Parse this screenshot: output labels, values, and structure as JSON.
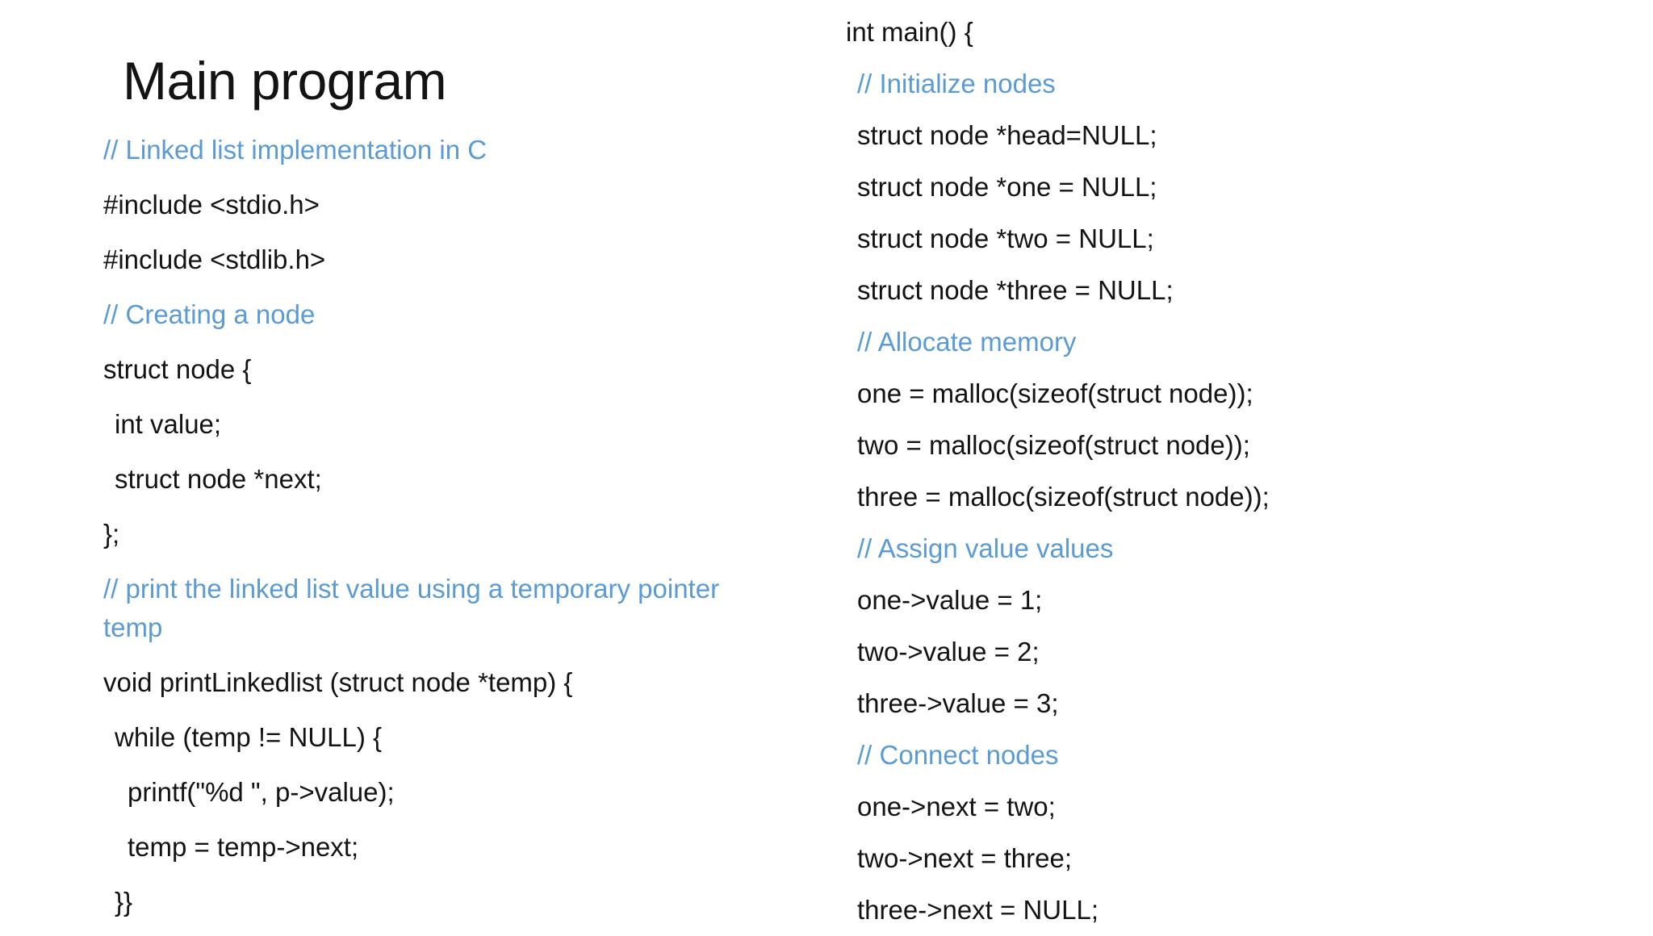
{
  "slide": {
    "title": "Main program",
    "background_color": "#ffffff",
    "code_color": "#131313",
    "comment_color": "#5B9BD5"
  },
  "left_column": {
    "lines": [
      {
        "text": "// Linked list implementation in C",
        "kind": "comment",
        "indent": 0
      },
      {
        "text": "#include <stdio.h>",
        "kind": "code",
        "indent": 0
      },
      {
        "text": "#include <stdlib.h>",
        "kind": "code",
        "indent": 0
      },
      {
        "text": "// Creating a node",
        "kind": "comment",
        "indent": 0
      },
      {
        "text": "struct node {",
        "kind": "code",
        "indent": 0
      },
      {
        "text": "int value;",
        "kind": "code",
        "indent": 1
      },
      {
        "text": "struct node *next;",
        "kind": "code",
        "indent": 1
      },
      {
        "text": "};",
        "kind": "code",
        "indent": 0
      },
      {
        "text": "// print the linked list value using a temporary pointer temp",
        "kind": "comment",
        "indent": 0,
        "wrapped": true
      },
      {
        "text": "void printLinkedlist (struct node *temp) {",
        "kind": "code",
        "indent": 0
      },
      {
        "text": "while (temp != NULL) {",
        "kind": "code",
        "indent": 1
      },
      {
        "text": "printf(\"%d \", p->value);",
        "kind": "code",
        "indent": 2
      },
      {
        "text": "temp = temp->next;",
        "kind": "code",
        "indent": 2
      },
      {
        "text": "}}",
        "kind": "code",
        "indent": 1
      }
    ]
  },
  "right_column": {
    "lines": [
      {
        "text": "int main() {",
        "kind": "code",
        "indent": 0
      },
      {
        "text": "// Initialize nodes",
        "kind": "comment",
        "indent": 1
      },
      {
        "text": "struct node *head=NULL;",
        "kind": "code",
        "indent": 1
      },
      {
        "text": "struct node *one = NULL;",
        "kind": "code",
        "indent": 1
      },
      {
        "text": "struct node *two = NULL;",
        "kind": "code",
        "indent": 1
      },
      {
        "text": "struct node *three = NULL;",
        "kind": "code",
        "indent": 1
      },
      {
        "text": "// Allocate memory",
        "kind": "comment",
        "indent": 1
      },
      {
        "text": "one = malloc(sizeof(struct node));",
        "kind": "code",
        "indent": 1
      },
      {
        "text": "two = malloc(sizeof(struct node));",
        "kind": "code",
        "indent": 1
      },
      {
        "text": "three = malloc(sizeof(struct node));",
        "kind": "code",
        "indent": 1
      },
      {
        "text": "// Assign value values",
        "kind": "comment",
        "indent": 1
      },
      {
        "text": "one->value = 1;",
        "kind": "code",
        "indent": 1
      },
      {
        "text": "two->value = 2;",
        "kind": "code",
        "indent": 1
      },
      {
        "text": "three->value = 3;",
        "kind": "code",
        "indent": 1
      },
      {
        "text": "// Connect nodes",
        "kind": "comment",
        "indent": 1
      },
      {
        "text": "one->next = two;",
        "kind": "code",
        "indent": 1
      },
      {
        "text": "two->next = three;",
        "kind": "code",
        "indent": 1
      },
      {
        "text": "three->next = NULL;",
        "kind": "code",
        "indent": 1
      }
    ]
  }
}
